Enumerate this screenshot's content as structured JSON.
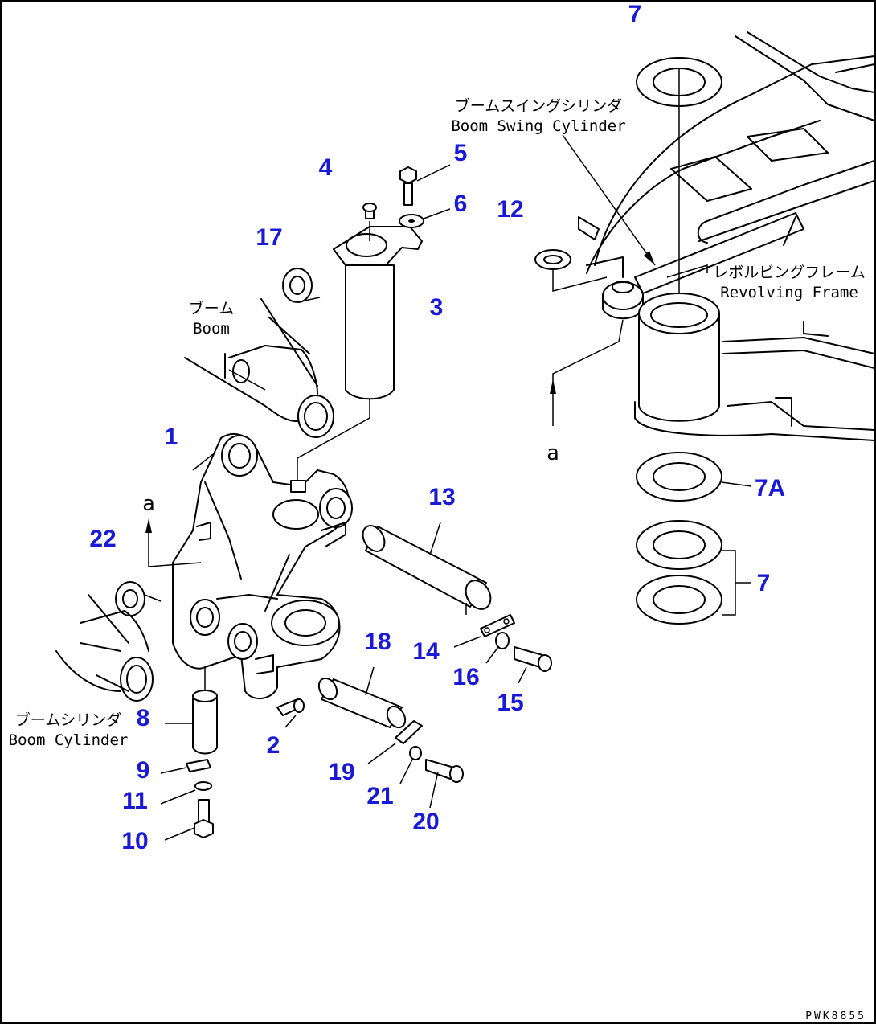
{
  "labels": {
    "boom_swing_cylinder_jp": "ブームスイングシリンダ",
    "boom_swing_cylinder_en": "Boom Swing Cylinder",
    "revolving_frame_jp": "レボルビングフレーム",
    "revolving_frame_en": "Revolving Frame",
    "boom_jp": "ブーム",
    "boom_en": "Boom",
    "boom_cylinder_jp": "ブームシリンダ",
    "boom_cylinder_en": "Boom Cylinder",
    "ref_a_top": "a",
    "ref_a_bottom": "a"
  },
  "part_numbers": {
    "p1": "1",
    "p2": "2",
    "p3": "3",
    "p4": "4",
    "p5": "5",
    "p6": "6",
    "p7_top": "7",
    "p7a": "7A",
    "p7_bottom": "7",
    "p8": "8",
    "p9": "9",
    "p10": "10",
    "p11": "11",
    "p12": "12",
    "p13": "13",
    "p14": "14",
    "p15": "15",
    "p16": "16",
    "p17": "17",
    "p18": "18",
    "p19": "19",
    "p20": "20",
    "p21": "21",
    "p22": "22"
  },
  "drawing_code": "PWK8855",
  "colors": {
    "callout": "#1a1ad6",
    "line": "#000000",
    "background": "#ffffff"
  }
}
